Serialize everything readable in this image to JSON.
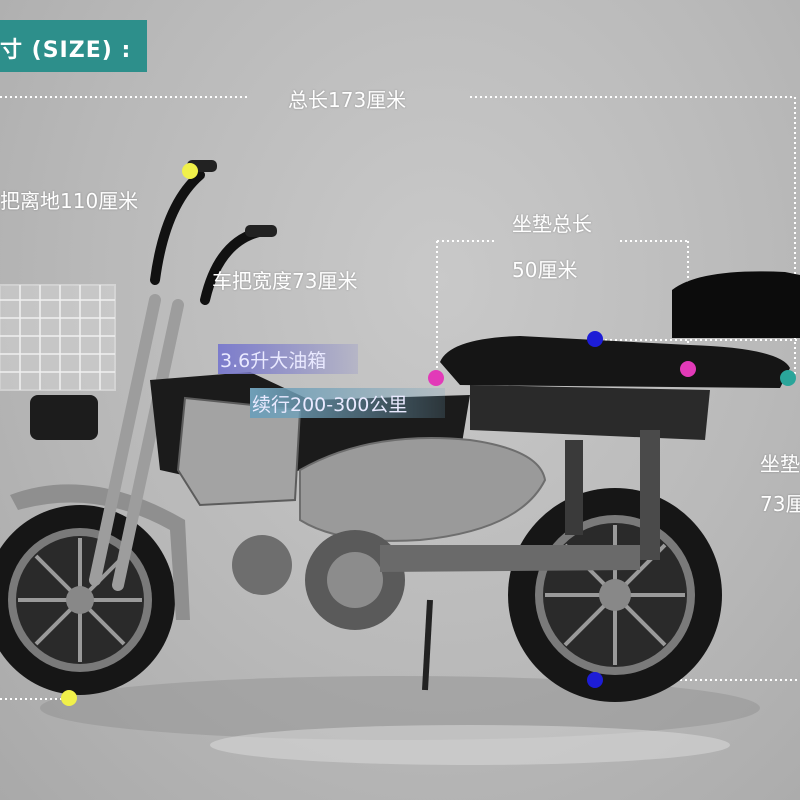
{
  "header": {
    "label": "寸 (SIZE) :"
  },
  "dims": {
    "total_length": "总长173厘米",
    "handlebar_height": "把离地110厘米",
    "handlebar_width": "车把宽度73厘米",
    "seat_length_title": "坐垫总长",
    "seat_length_value": "50厘米",
    "seat_height_title": "坐垫",
    "seat_height_value": "73厘"
  },
  "tags": {
    "tank": "3.6升大油箱",
    "range": "续行200-300公里"
  },
  "colors": {
    "header_bg": "#2d8f8b",
    "tank_tag_bg": "#7c7ccc",
    "range_tag_bg": "#6f9fb8",
    "dot_yellow": "#f0f04a",
    "dot_blue": "#1d1dd6",
    "dot_magenta": "#e23ab8",
    "dot_teal": "#2aa59a"
  }
}
